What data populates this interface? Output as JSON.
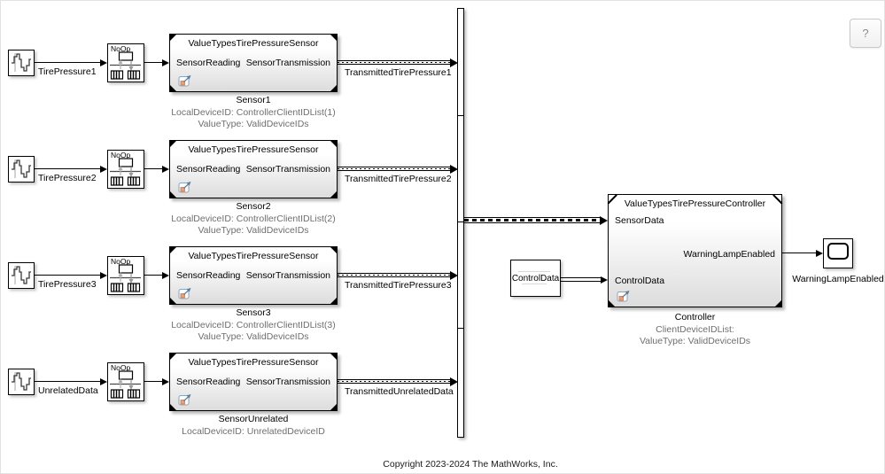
{
  "help_button": {
    "label": "?"
  },
  "rows": [
    {
      "source_label": "TirePressure1",
      "noop_label": "NoOp",
      "block_title": "ValueTypesTirePressureSensor",
      "in_port": "SensorReading",
      "out_port": "SensorTransmission",
      "block_name": "Sensor1",
      "annotation1": "LocalDeviceID: ControllerClientIDList(1)",
      "annotation2": "ValueType: ValidDeviceIDs",
      "wire_label": "TransmittedTirePressure1"
    },
    {
      "source_label": "TirePressure2",
      "noop_label": "NoOp",
      "block_title": "ValueTypesTirePressureSensor",
      "in_port": "SensorReading",
      "out_port": "SensorTransmission",
      "block_name": "Sensor2",
      "annotation1": "LocalDeviceID: ControllerClientIDList(2)",
      "annotation2": "ValueType: ValidDeviceIDs",
      "wire_label": "TransmittedTirePressure2"
    },
    {
      "source_label": "TirePressure3",
      "noop_label": "NoOp",
      "block_title": "ValueTypesTirePressureSensor",
      "in_port": "SensorReading",
      "out_port": "SensorTransmission",
      "block_name": "Sensor3",
      "annotation1": "LocalDeviceID: ControllerClientIDList(3)",
      "annotation2": "ValueType: ValidDeviceIDs",
      "wire_label": "TransmittedTirePressure3"
    },
    {
      "source_label": "UnrelatedData",
      "noop_label": "NoOp",
      "block_title": "ValueTypesTirePressureSensor",
      "in_port": "SensorReading",
      "out_port": "SensorTransmission",
      "block_name": "SensorUnrelated",
      "annotation1": "LocalDeviceID: UnrelatedDeviceID",
      "annotation2": "",
      "wire_label": "TransmittedUnrelatedData"
    }
  ],
  "controller": {
    "title": "ValueTypesTirePressureController",
    "in_port_top": "SensorData",
    "in_port_bottom": "ControlData",
    "out_port": "WarningLampEnabled",
    "block_name": "Controller",
    "annotation1": "ClientDeviceIDList:",
    "annotation2": "ValueType: ValidDeviceIDs"
  },
  "control_source": {
    "label": "ControlData"
  },
  "scope": {
    "label": "WarningLampEnabled"
  },
  "copyright": "Copyright 2023-2024 The MathWorks, Inc.",
  "icons": {
    "source": "signal-wave-icon",
    "noop": "message-send-receive-icon",
    "badge": "model-reference-badge-icon",
    "scope": "scope-screen-icon"
  },
  "colors": {
    "annotation_gray": "#6f6f6f",
    "block_gradient_bottom": "#dcdcdc",
    "wire": "#000000",
    "badge_blue": "#5b7d9e",
    "badge_orange": "#e8a07a"
  }
}
